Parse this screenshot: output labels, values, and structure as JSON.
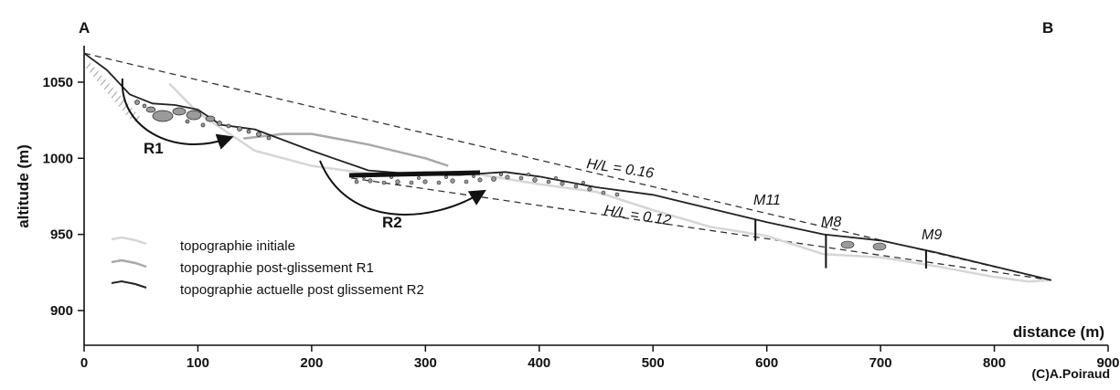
{
  "chart_data": {
    "type": "line",
    "corner_labels": {
      "start": "A",
      "end": "B"
    },
    "xlabel": "distance (m)",
    "ylabel": "altitude (m)",
    "xlim": [
      0,
      900
    ],
    "ylim": [
      880,
      1080
    ],
    "x_ticks": [
      0,
      100,
      200,
      300,
      400,
      500,
      600,
      700,
      800,
      900
    ],
    "x_tick_labels": [
      "0",
      "100",
      "200",
      "300",
      "400",
      "500",
      "600",
      "700",
      "800",
      "900"
    ],
    "y_ticks": [
      900,
      950,
      1000,
      1050
    ],
    "y_tick_labels": [
      "900",
      "950",
      "1000",
      "1050"
    ],
    "grid": false,
    "legend_position": "bottom-left",
    "series": [
      {
        "name": "topographie initiale",
        "color": "#d6d6d6",
        "x": [
          75,
          100,
          150,
          200,
          250,
          300,
          350,
          400,
          450,
          500,
          550,
          600,
          650,
          700,
          750,
          800,
          830,
          850
        ],
        "y": [
          1049,
          1030,
          1005,
          995,
          990,
          991,
          989,
          983,
          978,
          966,
          955,
          949,
          937,
          935,
          929,
          922,
          919,
          920
        ]
      },
      {
        "name": "topographie post-glissement R1",
        "color": "#a8a8a8",
        "x": [
          140,
          175,
          200,
          250,
          300,
          320
        ],
        "y": [
          1013,
          1016,
          1016,
          1009,
          1000,
          995
        ]
      },
      {
        "name": "topographie actuelle post glissement R2",
        "color": "#222222",
        "x": [
          0,
          20,
          40,
          60,
          80,
          100,
          120,
          150,
          200,
          250,
          300,
          330,
          370,
          400,
          450,
          500,
          550,
          600,
          650,
          700,
          750,
          800,
          850
        ],
        "y": [
          1069,
          1058,
          1042,
          1036,
          1035,
          1032,
          1022,
          1019,
          1005,
          992,
          989,
          989,
          991,
          988,
          981,
          976,
          967,
          958,
          950,
          946,
          938,
          929,
          920
        ]
      }
    ],
    "reference_lines": [
      {
        "label": "H/L = 0.16",
        "x": [
          0,
          850
        ],
        "y": [
          1069,
          920
        ]
      },
      {
        "label": "H/L = 0.12",
        "x": [
          235,
          850
        ],
        "y": [
          987,
          920
        ]
      }
    ],
    "slide_labels": [
      "R1",
      "R2"
    ],
    "sites": [
      {
        "label": "M11",
        "x": 590
      },
      {
        "label": "M8",
        "x": 652
      },
      {
        "label": "M9",
        "x": 740
      }
    ],
    "credit": "(C)A.Poiraud"
  }
}
